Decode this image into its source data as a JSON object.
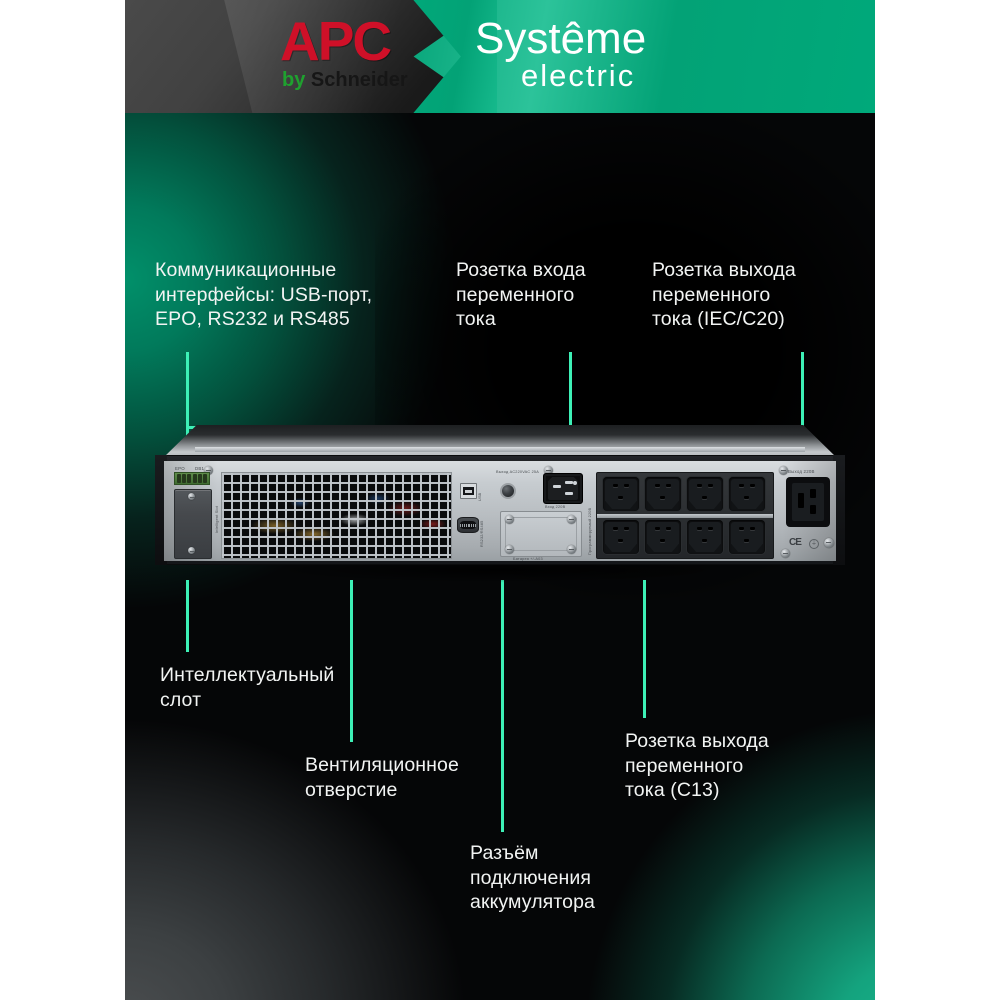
{
  "header": {
    "apc_logo": {
      "word": "APC",
      "by": "by",
      "brand": "Schneider"
    },
    "systeme_logo": {
      "line1": "Systême",
      "line2": "electric"
    }
  },
  "colors": {
    "brand_green": "#00a97a",
    "accent_mint": "#3df0b6",
    "apc_red": "#cf1028",
    "apc_green": "#1fa12f",
    "panel_black": "#050607",
    "page_white": "#ffffff"
  },
  "callouts": [
    {
      "id": "comm-interfaces",
      "text": "Коммуникационные\nинтерфейсы: USB-порт,\nEPO, RS232 и RS485"
    },
    {
      "id": "ac-input-socket",
      "text": "Розетка входа\nпеременного\nтока"
    },
    {
      "id": "ac-output-iec-c20",
      "text": "Розетка выхода\nпеременного\nтока (IEC/C20)"
    },
    {
      "id": "smart-slot",
      "text": "Интеллектуальный\nслот"
    },
    {
      "id": "ventilation-opening",
      "text": "Вентиляционное\nотверстие"
    },
    {
      "id": "battery-connector",
      "text": "Разъём\nподключения\nаккумулятора"
    },
    {
      "id": "ac-output-c13",
      "text": "Розетка выхода\nпеременного\nтока (C13)"
    }
  ],
  "device": {
    "silkscreen": {
      "epo": "EPO",
      "db1": "DB1",
      "smart_slot": "Intelligent Slot",
      "usb": "USB",
      "serial": "RS232/RS485",
      "input_rating": "Выход AC220VAC 25A",
      "input_label": "Вход 220В",
      "battery_label": "Батарея +/-A03",
      "programmable": "Программируемый 220В",
      "output_220": "Выход 220В",
      "ce_mark": "CE"
    },
    "outlets": {
      "c13_count": 8,
      "c13_rows": 2,
      "c13_per_row": 4,
      "c19_count": 1,
      "inlet_count": 1
    }
  }
}
